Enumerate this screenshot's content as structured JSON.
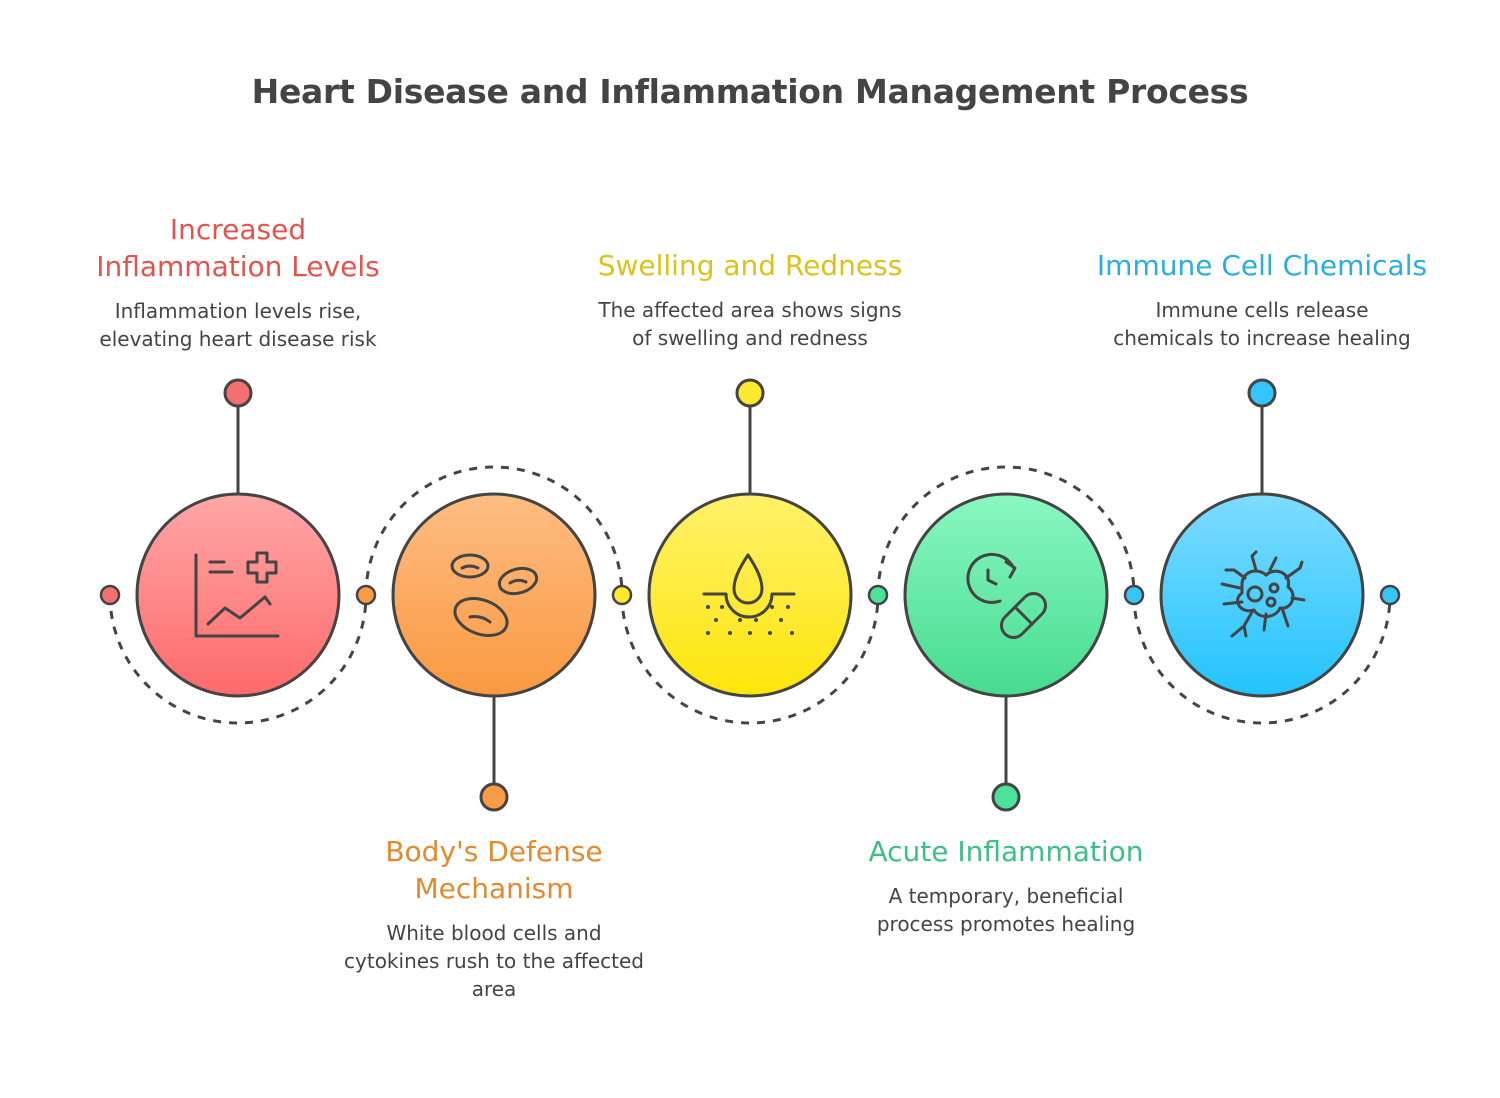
{
  "title": "Heart Disease and Inflammation Management Process",
  "steps": [
    {
      "title": "Increased Inflammation Levels",
      "title_lines": [
        "Increased",
        "Inflammation Levels"
      ],
      "description_lines": [
        "Inflammation levels rise,",
        "elevating heart disease risk"
      ],
      "icon": "chart-medical-cross-icon",
      "position": "top",
      "color": "#e5534f"
    },
    {
      "title": "Body's Defense Mechanism",
      "title_lines": [
        "Body's Defense",
        "Mechanism"
      ],
      "description_lines": [
        "White blood cells and",
        "cytokines rush to the affected",
        "area"
      ],
      "icon": "blood-cells-icon",
      "position": "bottom",
      "color": "#e38a2f"
    },
    {
      "title": "Swelling and Redness",
      "title_lines": [
        "Swelling and Redness"
      ],
      "description_lines": [
        "The affected area shows signs",
        "of swelling and redness"
      ],
      "icon": "skin-drop-icon",
      "position": "top",
      "color": "#dcc21a"
    },
    {
      "title": "Acute Inflammation",
      "title_lines": [
        "Acute Inflammation"
      ],
      "description_lines": [
        "A temporary, beneficial",
        "process promotes healing"
      ],
      "icon": "pill-clock-icon",
      "position": "bottom",
      "color": "#3cc083"
    },
    {
      "title": "Immune Cell Chemicals",
      "title_lines": [
        "Immune Cell Chemicals"
      ],
      "description_lines": [
        "Immune cells release",
        "chemicals to increase healing"
      ],
      "icon": "immune-cell-icon",
      "position": "top",
      "color": "#29aee0"
    }
  ]
}
